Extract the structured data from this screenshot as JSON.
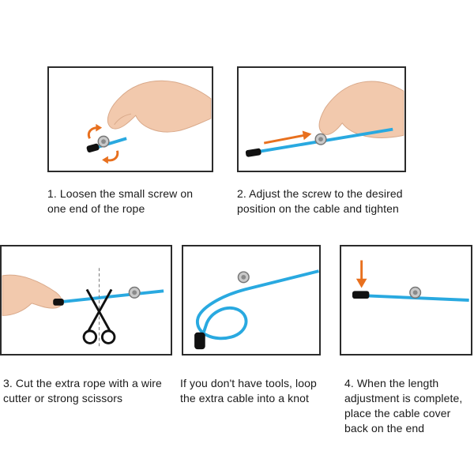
{
  "steps": [
    {
      "caption": "1. Loosen the small screw on one end of the rope"
    },
    {
      "caption": "2. Adjust the screw to the desired position on the cable and tighten"
    },
    {
      "caption": "3. Cut the extra rope with a wire cutter or strong scissors"
    },
    {
      "caption": "If you don't have tools, loop the extra cable into a knot"
    },
    {
      "caption": "4. When the length adjustment is complete, place the cable cover back on the end"
    }
  ],
  "colors": {
    "cable": "#29a9e0",
    "arrow": "#e8701e",
    "skin": "#f2c9ad",
    "frame": "#2b2b2b"
  }
}
